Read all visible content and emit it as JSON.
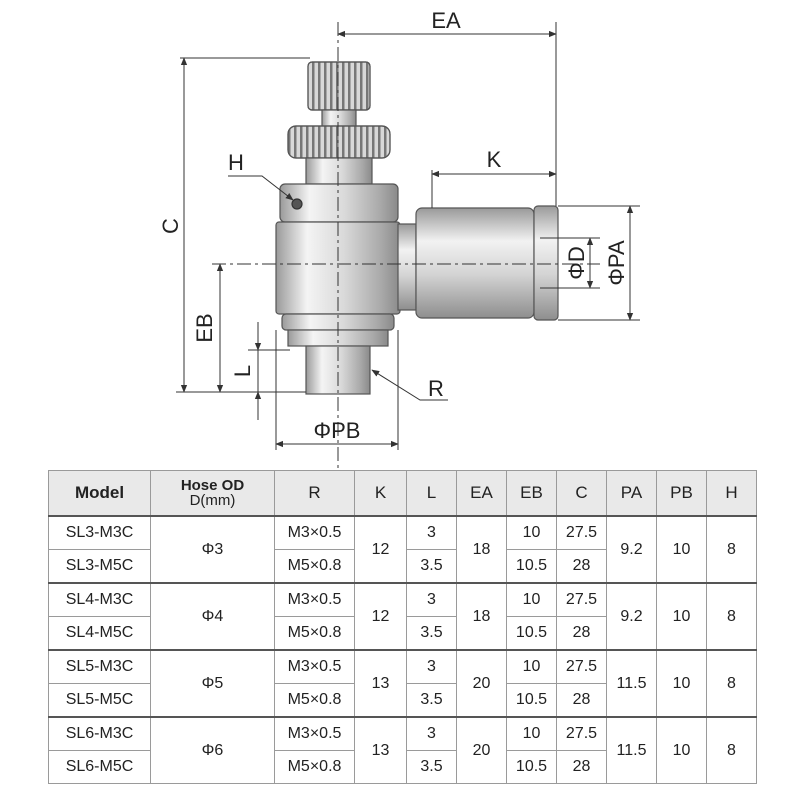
{
  "drawing": {
    "labels": {
      "ea": "EA",
      "k": "K",
      "c": "C",
      "h": "H",
      "eb": "EB",
      "l": "L",
      "r": "R",
      "pb": "ΦPB",
      "d": "ΦD",
      "pa": "ΦPA"
    }
  },
  "table": {
    "headers": {
      "model": "Model",
      "hose_line1": "Hose OD",
      "hose_line2": "D(mm)",
      "r": "R",
      "k": "K",
      "l": "L",
      "ea": "EA",
      "eb": "EB",
      "c": "C",
      "pa": "PA",
      "pb": "PB",
      "h": "H"
    },
    "groups": [
      {
        "hose": "Φ3",
        "k": "12",
        "ea": "18",
        "pa": "9.2",
        "pb": "10",
        "h": "8",
        "rows": [
          {
            "model": "SL3-M3C",
            "r": "M3×0.5",
            "l": "3",
            "eb": "10",
            "c": "27.5"
          },
          {
            "model": "SL3-M5C",
            "r": "M5×0.8",
            "l": "3.5",
            "eb": "10.5",
            "c": "28"
          }
        ]
      },
      {
        "hose": "Φ4",
        "k": "12",
        "ea": "18",
        "pa": "9.2",
        "pb": "10",
        "h": "8",
        "rows": [
          {
            "model": "SL4-M3C",
            "r": "M3×0.5",
            "l": "3",
            "eb": "10",
            "c": "27.5"
          },
          {
            "model": "SL4-M5C",
            "r": "M5×0.8",
            "l": "3.5",
            "eb": "10.5",
            "c": "28"
          }
        ]
      },
      {
        "hose": "Φ5",
        "k": "13",
        "ea": "20",
        "pa": "11.5",
        "pb": "10",
        "h": "8",
        "rows": [
          {
            "model": "SL5-M3C",
            "r": "M3×0.5",
            "l": "3",
            "eb": "10",
            "c": "27.5"
          },
          {
            "model": "SL5-M5C",
            "r": "M5×0.8",
            "l": "3.5",
            "eb": "10.5",
            "c": "28"
          }
        ]
      },
      {
        "hose": "Φ6",
        "k": "13",
        "ea": "20",
        "pa": "11.5",
        "pb": "10",
        "h": "8",
        "rows": [
          {
            "model": "SL6-M3C",
            "r": "M3×0.5",
            "l": "3",
            "eb": "10",
            "c": "27.5"
          },
          {
            "model": "SL6-M5C",
            "r": "M5×0.8",
            "l": "3.5",
            "eb": "10.5",
            "c": "28"
          }
        ]
      }
    ]
  }
}
